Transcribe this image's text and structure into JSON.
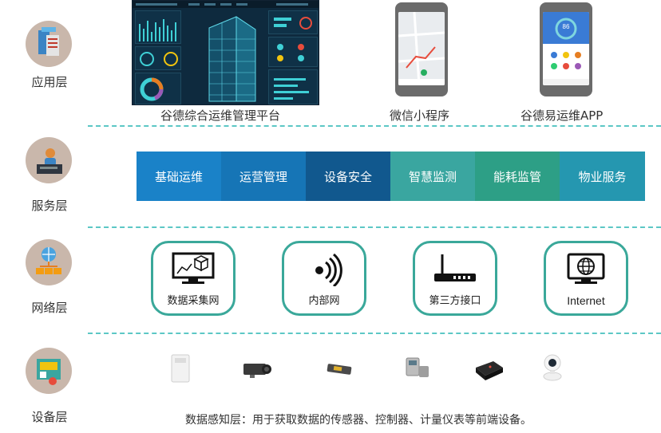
{
  "layers": [
    {
      "label": "应用层",
      "icon": "application-layer-icon"
    },
    {
      "label": "服务层",
      "icon": "service-desk-icon"
    },
    {
      "label": "网络层",
      "icon": "network-globe-icon"
    },
    {
      "label": "设备层",
      "icon": "device-board-icon"
    }
  ],
  "apps": [
    {
      "caption": "谷德综合运维管理平台"
    },
    {
      "caption": "微信小程序"
    },
    {
      "caption": "谷德易运维APP"
    }
  ],
  "phone_screen": {
    "score": "86"
  },
  "services": [
    {
      "label": "基础运维",
      "color": "#1a82c8"
    },
    {
      "label": "运营管理",
      "color": "#1675b6"
    },
    {
      "label": "设备安全",
      "color": "#11588e"
    },
    {
      "label": "智慧监测",
      "color": "#3aa6a0"
    },
    {
      "label": "能耗监管",
      "color": "#2d9f86"
    },
    {
      "label": "物业服务",
      "color": "#2597b0"
    }
  ],
  "networks": [
    {
      "label": "数据采集网",
      "icon": "data-collection-monitor-icon"
    },
    {
      "label": "内部网",
      "icon": "wireless-signal-icon"
    },
    {
      "label": "第三方接口",
      "icon": "router-icon"
    },
    {
      "label": "Internet",
      "icon": "internet-globe-monitor-icon"
    }
  ],
  "devices": [
    {
      "icon": "sensor-device-icon"
    },
    {
      "icon": "camera-device-icon"
    },
    {
      "icon": "controller-device-icon"
    },
    {
      "icon": "meter-device-icon"
    },
    {
      "icon": "gateway-box-icon"
    },
    {
      "icon": "dome-camera-icon"
    }
  ],
  "device_description": "数据感知层：用于获取数据的传感器、控制器、计量仪表等前端设备。",
  "colors": {
    "separator": "#5cc7c5",
    "icon_circle": "#c9b7ab",
    "network_border": "#3aa89a"
  }
}
